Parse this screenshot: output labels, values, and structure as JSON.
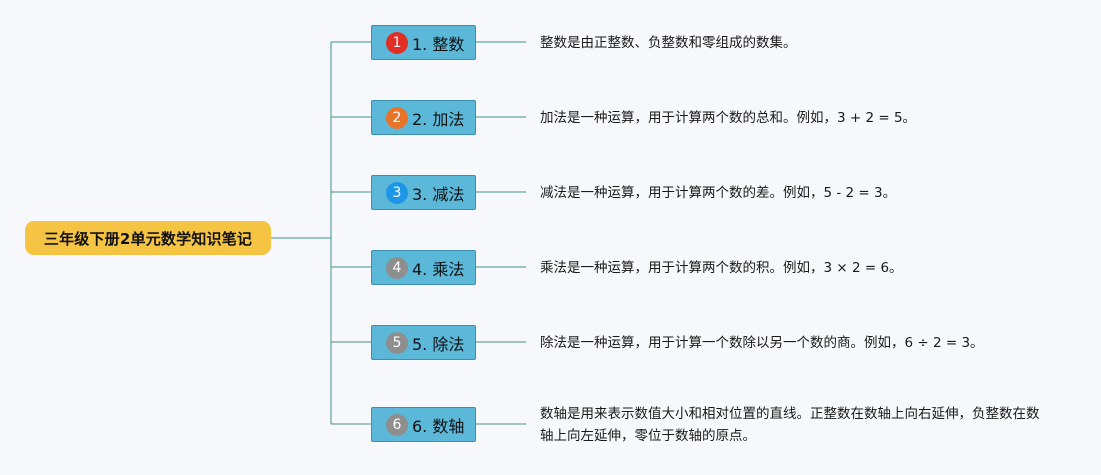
{
  "root": {
    "label": "三年级下册2单元数学知识笔记"
  },
  "topics": [
    {
      "number": "1",
      "label": "1. 整数",
      "badge_color": "#e02e24",
      "description": "整数是由正整数、负整数和零组成的数集。"
    },
    {
      "number": "2",
      "label": "2. 加法",
      "badge_color": "#e8742a",
      "description": "加法是一种运算，用于计算两个数的总和。例如，3 + 2 = 5。"
    },
    {
      "number": "3",
      "label": "3. 减法",
      "badge_color": "#1e96e8",
      "description": "减法是一种运算，用于计算两个数的差。例如，5 - 2 = 3。"
    },
    {
      "number": "4",
      "label": "4. 乘法",
      "badge_color": "#8e8e8e",
      "description": "乘法是一种运算，用于计算两个数的积。例如，3 × 2 = 6。"
    },
    {
      "number": "5",
      "label": "5. 除法",
      "badge_color": "#8e8e8e",
      "description": "除法是一种运算，用于计算一个数除以另一个数的商。例如，6 ÷ 2 = 3。"
    },
    {
      "number": "6",
      "label": "6. 数轴",
      "badge_color": "#8e8e8e",
      "description": "数轴是用来表示数值大小和相对位置的直线。正整数在数轴上向右延伸，负整数在数轴上向左延伸，零位于数轴的原点。"
    }
  ],
  "colors": {
    "root_fill": "#f6c443",
    "topic_fill": "#5bb8d8",
    "connector": "#3f8f8a",
    "background": "#f7f8fc"
  }
}
